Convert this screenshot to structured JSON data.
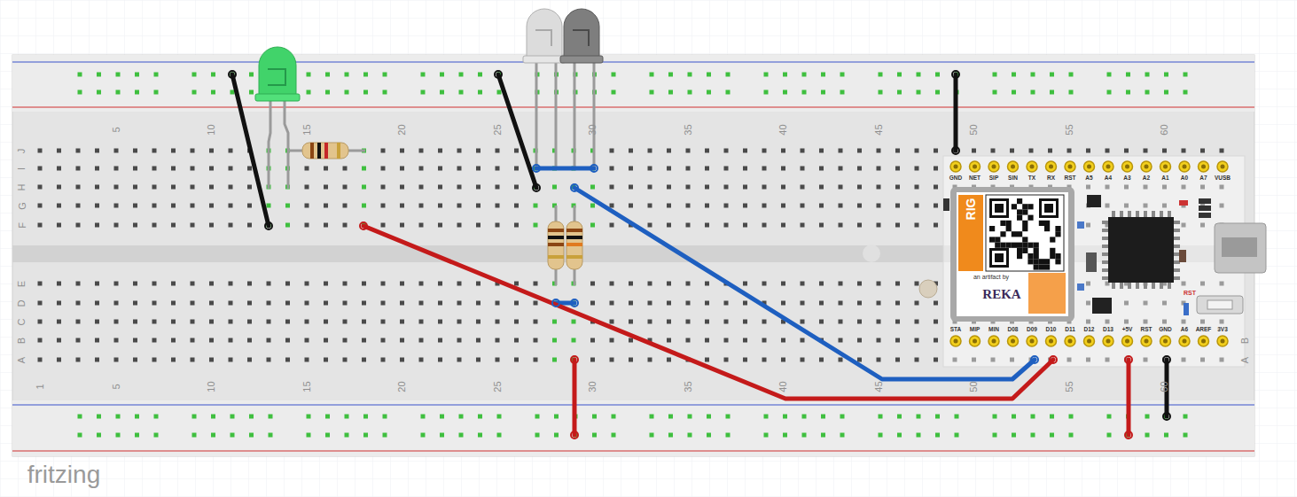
{
  "diagram": {
    "labels": [
      "5",
      "10",
      "15",
      "20",
      "25",
      "30",
      "35",
      "40",
      "45",
      "50",
      "55",
      "60",
      "1",
      "5",
      "10",
      "15",
      "20",
      "25",
      "30",
      "35",
      "40",
      "45",
      "50",
      "55",
      "60",
      "J",
      "I",
      "H",
      "G",
      "F",
      "E",
      "D",
      "C",
      "B",
      "A",
      "B",
      "A",
      "GND",
      "NET",
      "SIP",
      "SIN",
      "TX",
      "RX",
      "RST",
      "A5",
      "A4",
      "A3",
      "A2",
      "A1",
      "A0",
      "A7",
      "VUSB",
      "STA",
      "MIP",
      "MIN",
      "D08",
      "D09",
      "D10",
      "D11",
      "D12",
      "D13",
      "+5V",
      "RST",
      "GND",
      "A6",
      "AREF",
      "3V3",
      "RIG",
      "an artifact by",
      "REKA",
      "RST",
      "fritzing"
    ]
  }
}
